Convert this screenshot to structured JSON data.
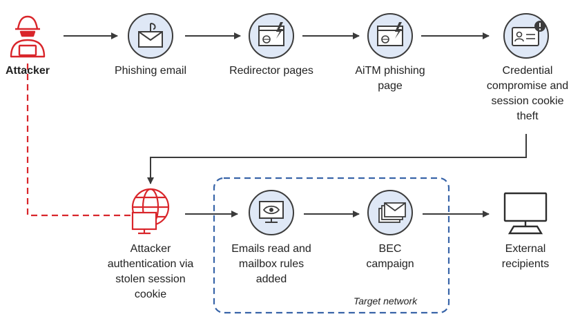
{
  "colors": {
    "node_fill": "#dfe8f6",
    "node_stroke": "#3c3c3c",
    "arrow": "#3a3a3a",
    "attacker_red": "#d9252a",
    "target_blue": "#3864a8"
  },
  "nodes": {
    "attacker": {
      "icon": "hacker-icon",
      "lines": [
        "Attacker"
      ]
    },
    "phishing_email": {
      "icon": "phishing-email-icon",
      "lines": [
        "Phishing email"
      ]
    },
    "redirector_pages": {
      "icon": "browser-window-icon",
      "lines": [
        "Redirector pages"
      ]
    },
    "aitm_page": {
      "icon": "browser-window-icon",
      "lines": [
        "AiTM phishing",
        "page"
      ]
    },
    "credential": {
      "icon": "id-card-alert-icon",
      "lines": [
        "Credential",
        "compromise and",
        "session cookie",
        "theft"
      ]
    },
    "attacker_auth": {
      "icon": "globe-monitor-icon",
      "lines": [
        "Attacker",
        "authentication via",
        "stolen session",
        "cookie"
      ]
    },
    "emails_read": {
      "icon": "monitor-eye-icon",
      "lines": [
        "Emails read and",
        "mailbox rules",
        "added"
      ]
    },
    "bec_campaign": {
      "icon": "stacked-envelopes-icon",
      "lines": [
        "BEC",
        "campaign"
      ]
    },
    "external": {
      "icon": "desktop-computer-icon",
      "lines": [
        "External",
        "recipients"
      ]
    }
  },
  "target_network": {
    "label": "Target network"
  }
}
